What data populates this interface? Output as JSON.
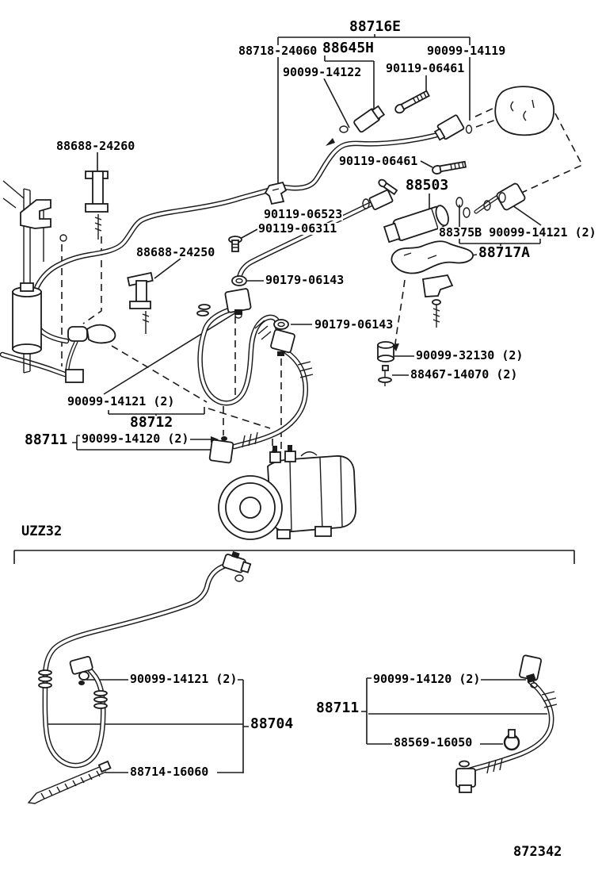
{
  "figure": {
    "drawing_number": "872342",
    "variant_code": "UZZ32"
  },
  "labels": {
    "l01": {
      "text": "88716E"
    },
    "l02": {
      "text": "88718-24060"
    },
    "l03": {
      "text": "88645H"
    },
    "l04": {
      "text": "90099-14119"
    },
    "l05": {
      "text": "90099-14122"
    },
    "l06": {
      "text": "90119-06461"
    },
    "l07": {
      "text": "90119-06461"
    },
    "l08": {
      "text": "88503"
    },
    "l09": {
      "text": "90119-06523"
    },
    "l10": {
      "text": "90119-06311"
    },
    "l11": {
      "text": "88688-24260"
    },
    "l12": {
      "text": "88688-24250"
    },
    "l13": {
      "text": "88375B 90099-14121 (2)"
    },
    "l14": {
      "text": "88717A"
    },
    "l15": {
      "text": "90179-06143"
    },
    "l16": {
      "text": "90179-06143"
    },
    "l17": {
      "text": "90099-32130 (2)"
    },
    "l18": {
      "text": "88467-14070 (2)"
    },
    "l19": {
      "text": "90099-14121 (2)"
    },
    "l20": {
      "text": "88712"
    },
    "l21": {
      "text": "88711"
    },
    "l22": {
      "text": "90099-14120 (2)"
    },
    "l23": {
      "text": "UZZ32"
    },
    "l24": {
      "text": "90099-14121 (2)"
    },
    "l25": {
      "text": "88704"
    },
    "l26": {
      "text": "88714-16060"
    },
    "l27": {
      "text": "90099-14120 (2)"
    },
    "l28": {
      "text": "88711"
    },
    "l29": {
      "text": "88569-16050"
    },
    "l30": {
      "text": "872342"
    }
  }
}
